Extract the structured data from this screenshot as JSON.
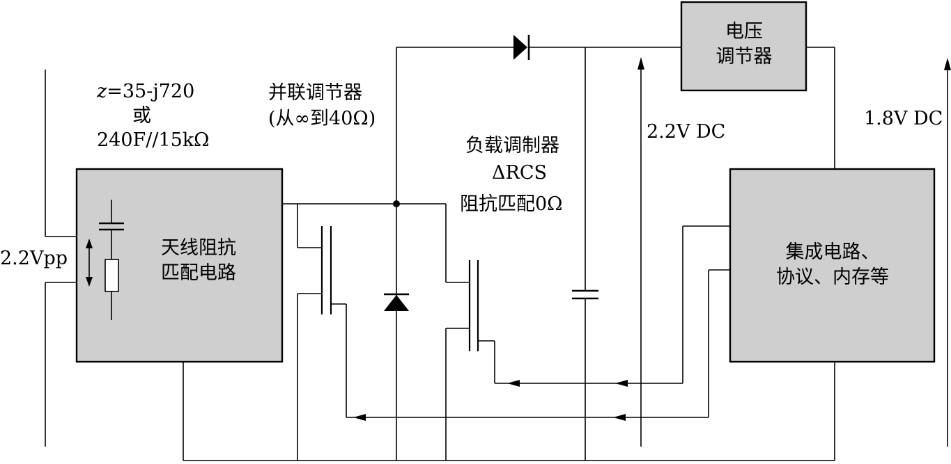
{
  "labels": {
    "input_voltage": "2.2Vpp",
    "impedance_z": "z",
    "impedance_value": "=35-j720",
    "impedance_or": "或",
    "impedance_alt": "240F//15kΩ",
    "shunt_regulator_line1": "并联调节器",
    "shunt_regulator_line2": "(从∞到40Ω)",
    "load_modulator_line1": "负载调制器",
    "load_modulator_line2": "ΔRCS",
    "load_modulator_line3": "阻抗匹配0Ω",
    "dc_22": "2.2V DC",
    "dc_18": "1.8V DC"
  },
  "blocks": {
    "antenna_matching": [
      "天线阻抗",
      "匹配电路"
    ],
    "voltage_regulator": [
      "电压",
      "调节器"
    ],
    "ic_block": [
      "集成电路、",
      "协议、内存等"
    ]
  },
  "colors": {
    "block_fill": "#cfcfcf",
    "line": "#000000",
    "background": "#ffffff"
  }
}
